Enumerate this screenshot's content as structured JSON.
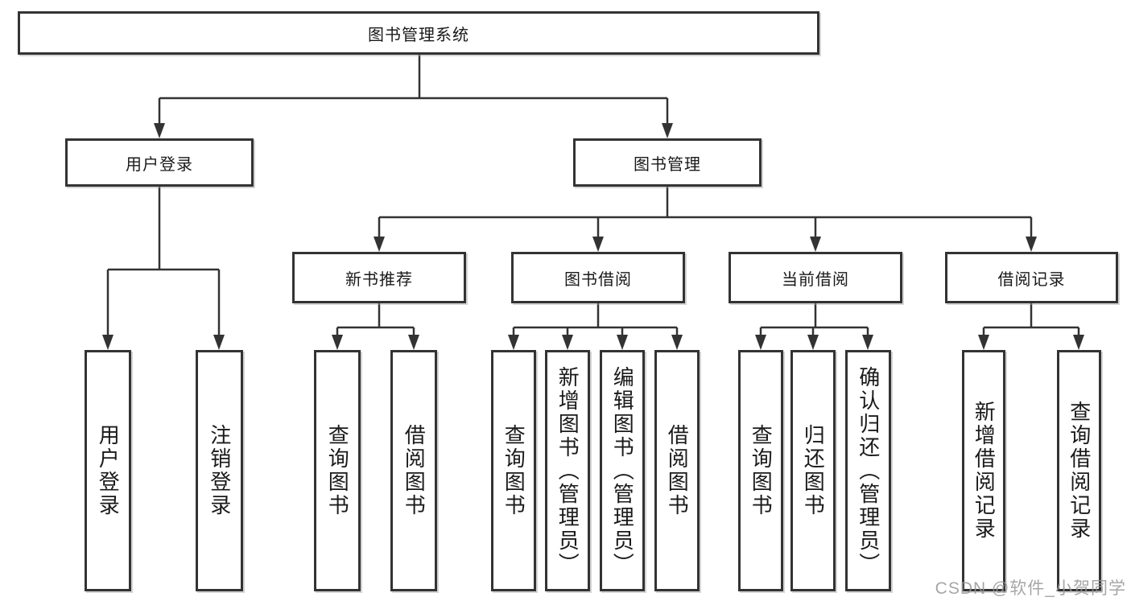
{
  "tree": {
    "label": "图书管理系统",
    "children": [
      {
        "label": "用户登录",
        "children": [
          {
            "label": "用户登录"
          },
          {
            "label": "注销登录"
          }
        ]
      },
      {
        "label": "图书管理",
        "children": [
          {
            "label": "新书推荐",
            "children": [
              {
                "label": "查询图书"
              },
              {
                "label": "借阅图书"
              }
            ]
          },
          {
            "label": "图书借阅",
            "children": [
              {
                "label": "查询图书"
              },
              {
                "label": "新增图书（管理员）"
              },
              {
                "label": "编辑图书（管理员）"
              },
              {
                "label": "借阅图书"
              }
            ]
          },
          {
            "label": "当前借阅",
            "children": [
              {
                "label": "查询图书"
              },
              {
                "label": "归还图书"
              },
              {
                "label": "确认归还（管理员）"
              }
            ]
          },
          {
            "label": "借阅记录",
            "children": [
              {
                "label": "新增借阅记录"
              },
              {
                "label": "查询借阅记录"
              }
            ]
          }
        ]
      }
    ]
  },
  "watermark": "CSDN @软件_小贺同学",
  "colors": {
    "line": "#333333",
    "box_border": "#333333",
    "box_fill": "#ffffff",
    "text": "#1a1a1a",
    "watermark": "#969696"
  }
}
